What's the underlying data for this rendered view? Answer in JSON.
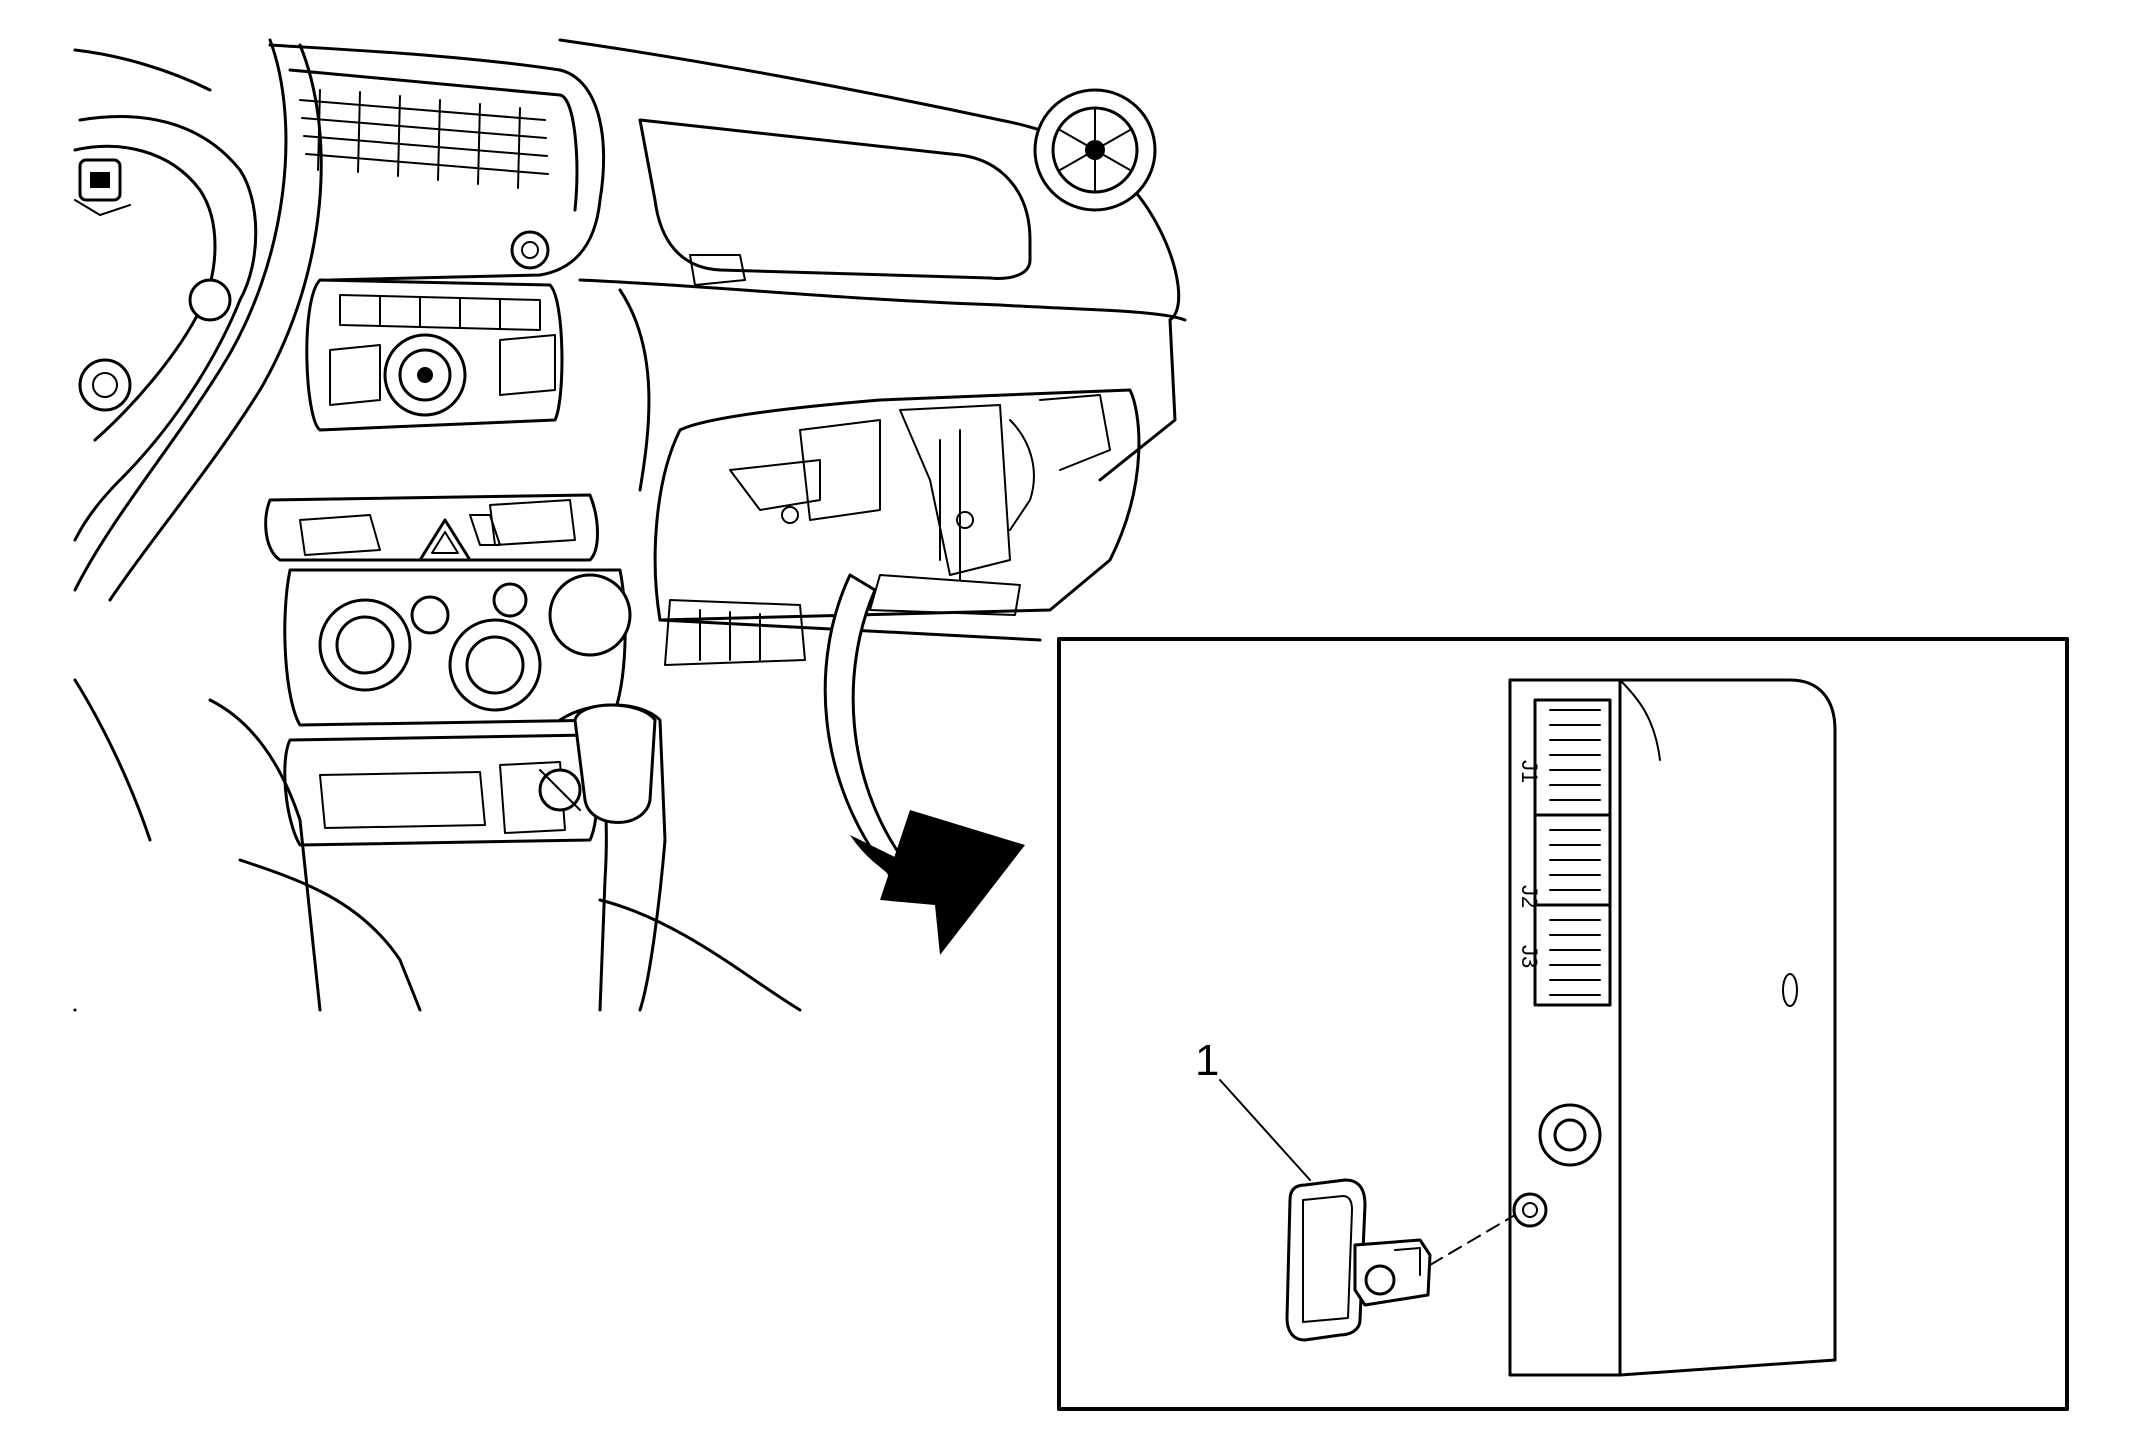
{
  "callout": {
    "number": "1"
  },
  "module_connectors": [
    {
      "label": "J1"
    },
    {
      "label": "J2"
    },
    {
      "label": "J3"
    }
  ],
  "icons": [
    "hazard-triangle-icon",
    "removal-arrow-icon"
  ],
  "colors": {
    "line": "#000000",
    "background": "#ffffff"
  }
}
